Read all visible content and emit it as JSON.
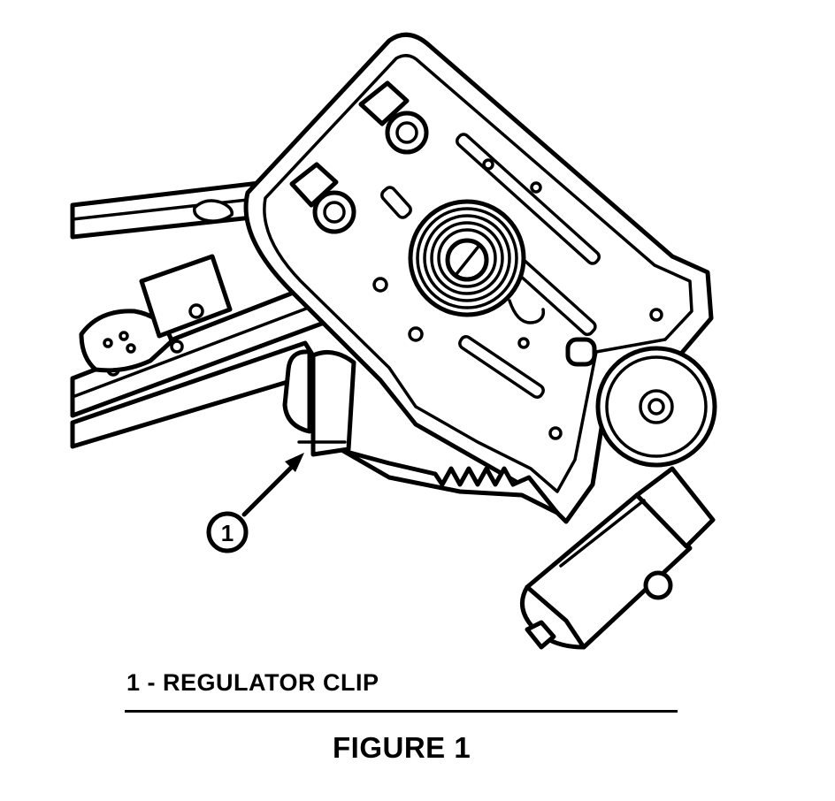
{
  "callouts": [
    {
      "number": "1",
      "label": "REGULATOR CLIP"
    }
  ],
  "legend": {
    "separator": " - "
  },
  "figure_title": "FIGURE 1",
  "colors": {
    "ink": "#000000",
    "paper": "#ffffff"
  }
}
